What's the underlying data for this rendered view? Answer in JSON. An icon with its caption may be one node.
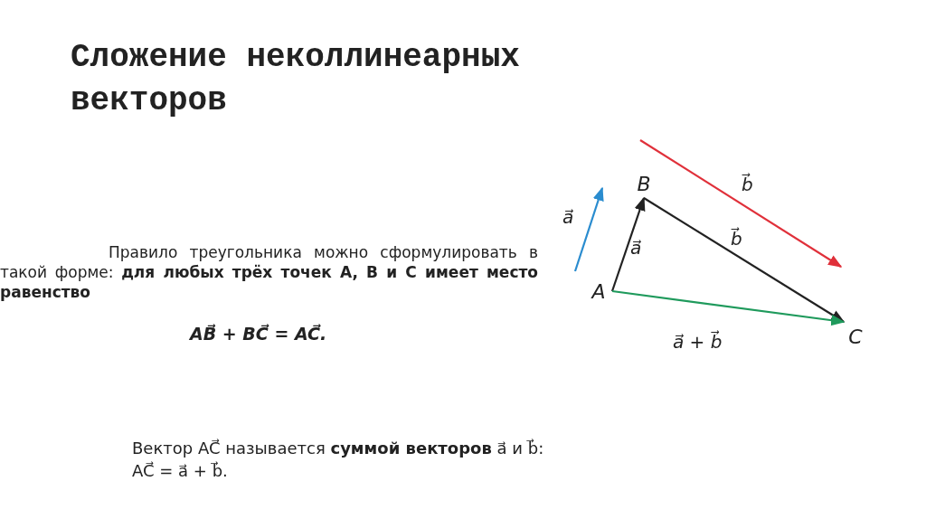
{
  "diagram": {
    "title": "Сложение неколлинеарных векторов",
    "nodes": [
      {
        "text": [
          "A"
        ]
      },
      {
        "text": [
          "B"
        ]
      },
      {
        "text": [
          "C"
        ]
      }
    ],
    "edges": [
      {
        "from": 0,
        "to": 1,
        "arrow": "to",
        "label": "a⃗"
      },
      {
        "from": 1,
        "to": 2,
        "arrow": "to",
        "label": "b⃗"
      },
      {
        "from": 0,
        "to": 2,
        "arrow": "to",
        "label": "a⃗ + b⃗",
        "color": "#1f9a5c"
      }
    ],
    "labels": [
      "b⃗",
      "a⃗",
      "Правило треугольника можно сформулировать в такой форме: **для любых трёх точек A, B и C имеет место равенство**",
      "AB⃗ + BC⃗ = AC⃗.",
      "Вектор AC⃗ называется **суммой векторов** a⃗ и b⃗:",
      "AC⃗ = a⃗ + b⃗."
    ]
  }
}
